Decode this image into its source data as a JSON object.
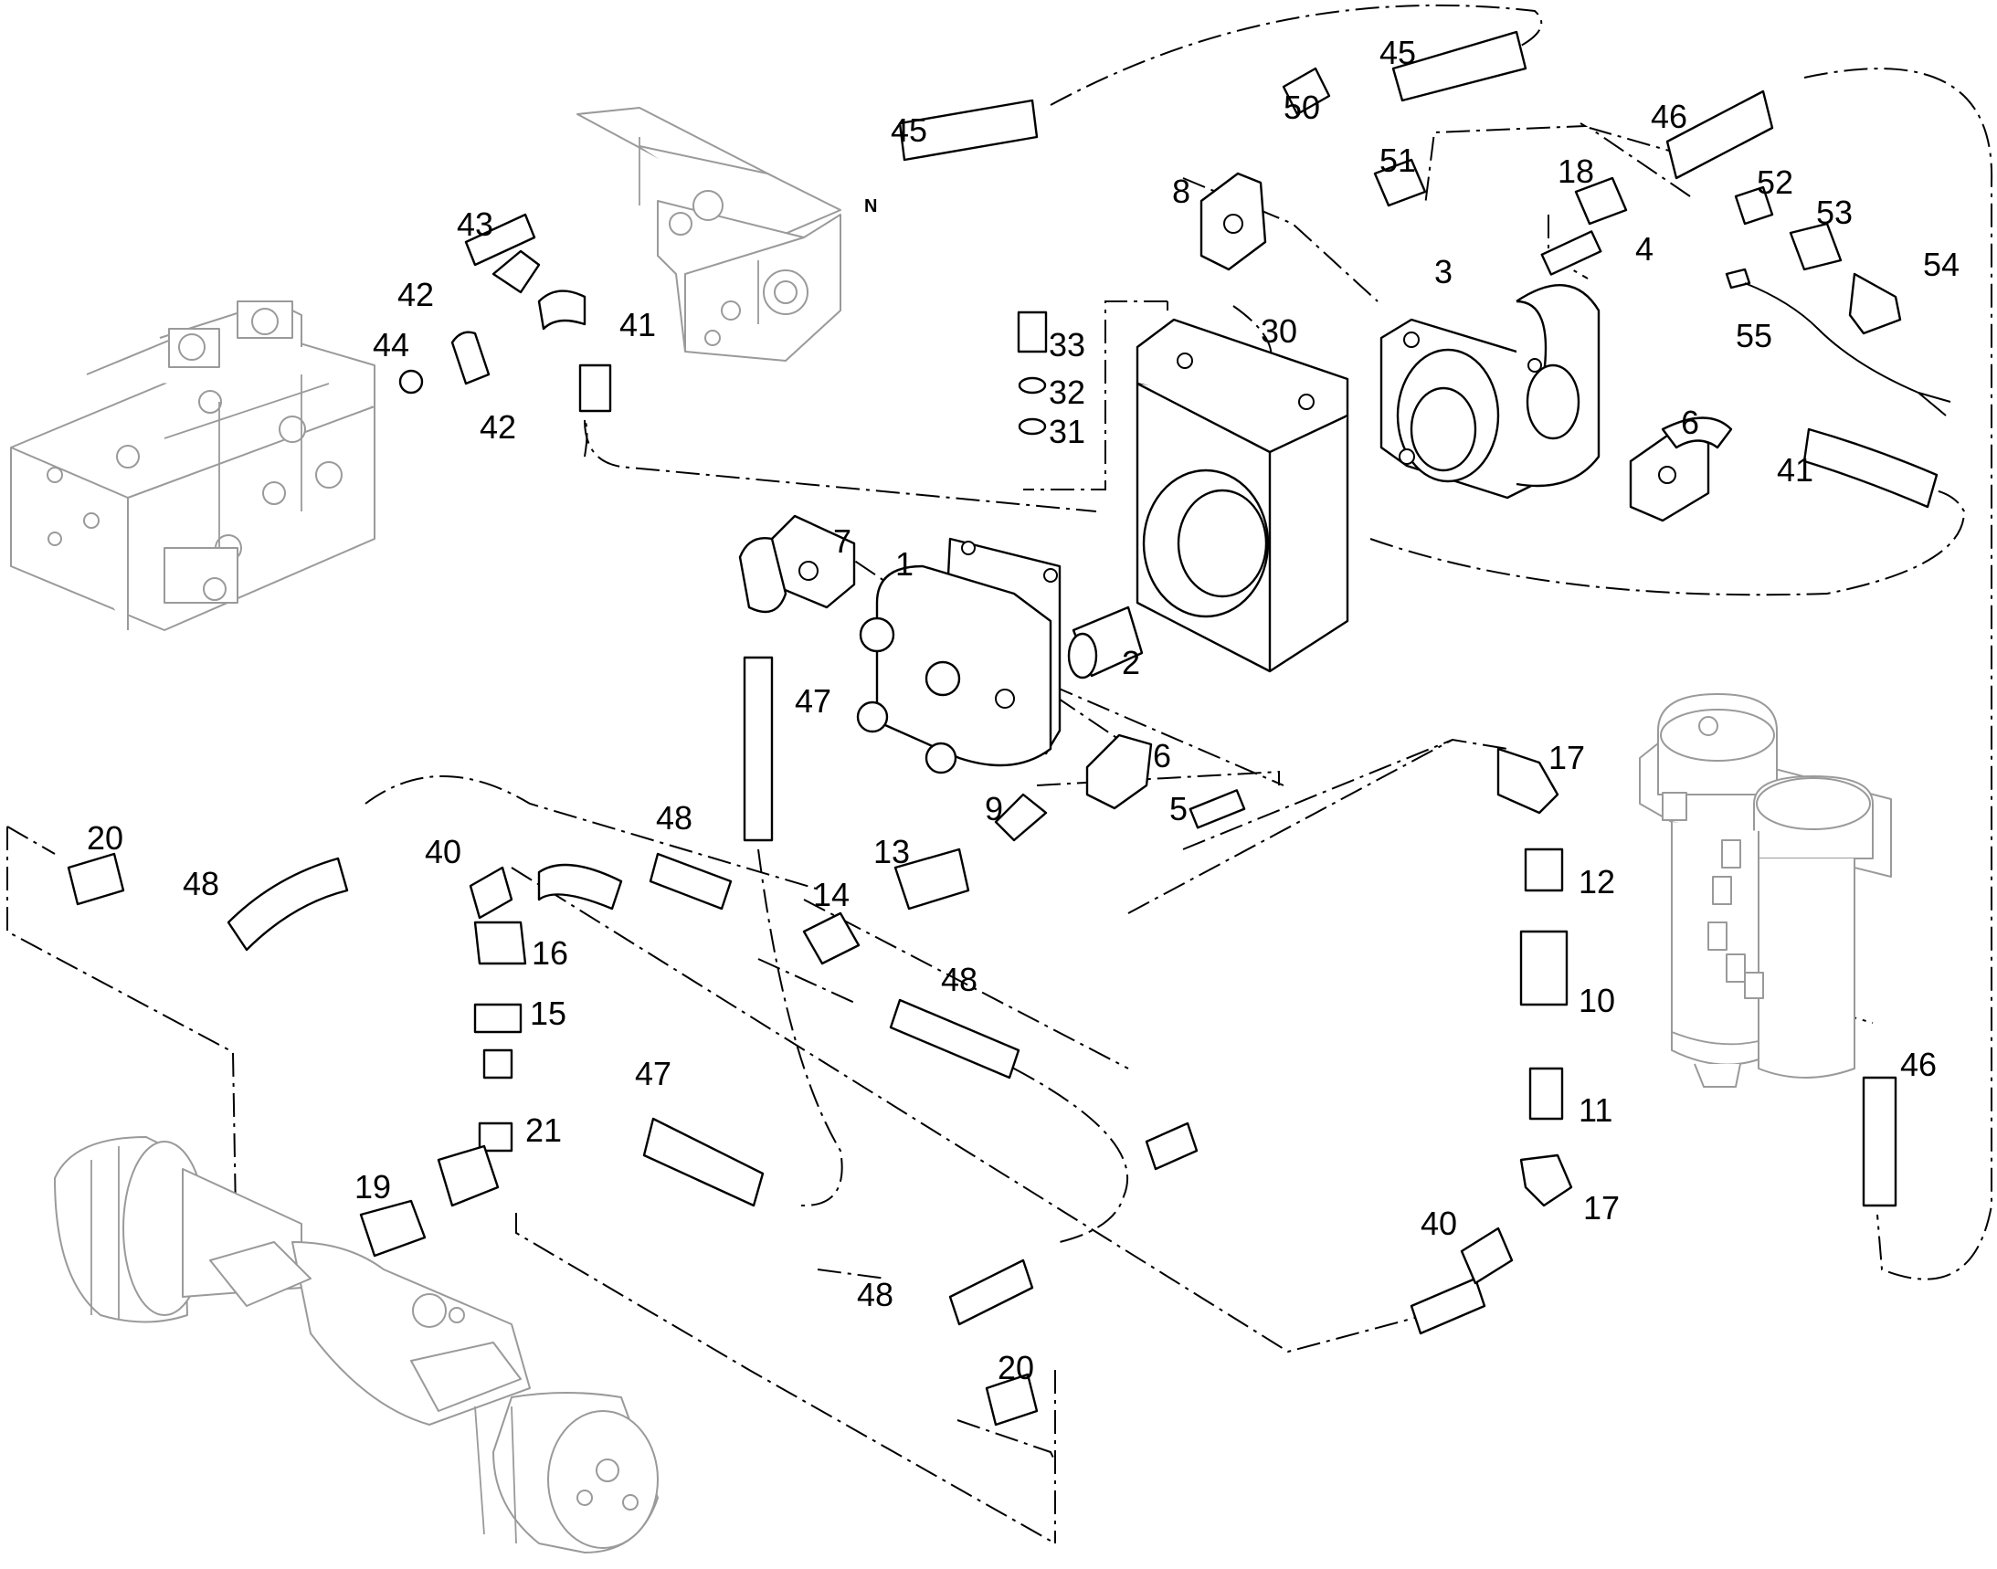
{
  "diagram": {
    "type": "exploded-parts-diagram",
    "callouts": [
      "1",
      "2",
      "3",
      "4",
      "5",
      "6",
      "6",
      "7",
      "8",
      "9",
      "10",
      "11",
      "12",
      "13",
      "14",
      "15",
      "16",
      "17",
      "17",
      "18",
      "19",
      "20",
      "20",
      "21",
      "30",
      "31",
      "32",
      "33",
      "40",
      "40",
      "41",
      "41",
      "42",
      "42",
      "43",
      "44",
      "45",
      "45",
      "46",
      "46",
      "47",
      "47",
      "48",
      "48",
      "48",
      "48",
      "50",
      "51",
      "52",
      "53",
      "54",
      "55"
    ],
    "hose_end_marker": "N"
  }
}
